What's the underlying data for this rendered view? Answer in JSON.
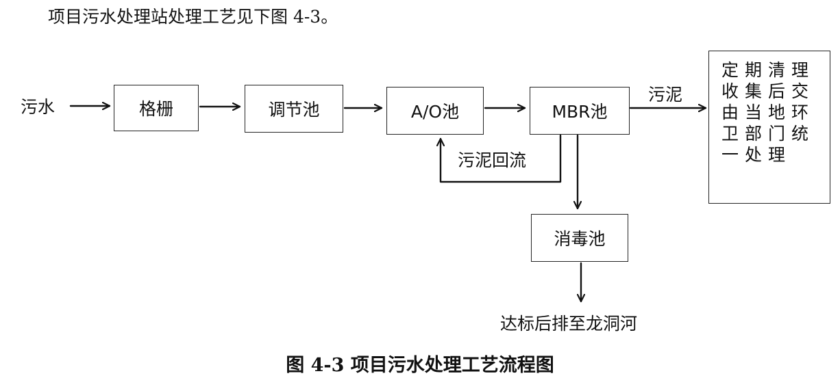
{
  "intro_text": "项目污水处理站处理工艺见下图 4-3。",
  "diagram": {
    "input_label": "污水",
    "nodes": {
      "screen": "格栅",
      "equalization": "调节池",
      "ao": "A/O池",
      "mbr": "MBR池",
      "disinfection": "消毒池"
    },
    "sludge_label": "污泥",
    "return_label": "污泥回流",
    "output_label": "达标后排至龙洞河",
    "sludge_note_lines": [
      "定期清理",
      "收集后交",
      "由当地环",
      "卫部门统",
      "一处理"
    ]
  },
  "caption": "图 4-3 项目污水处理工艺流程图"
}
